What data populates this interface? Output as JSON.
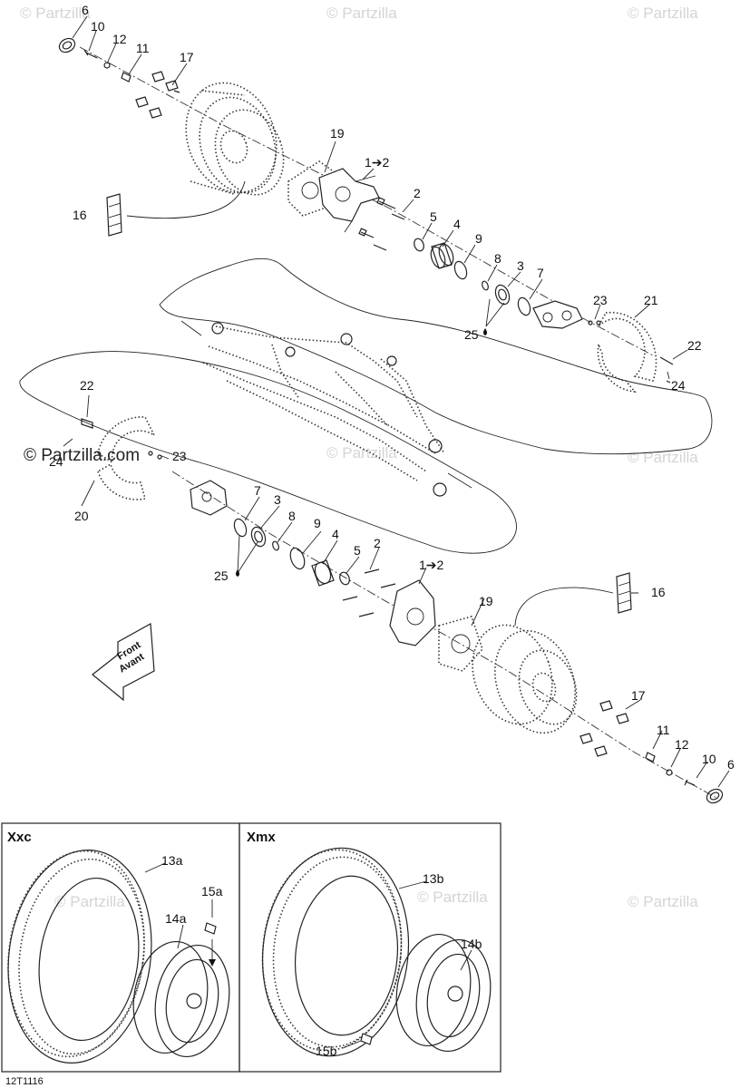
{
  "watermark": "© Partzilla",
  "watermark_dark": "© Partzilla.com",
  "front_arrow": {
    "line1": "Front",
    "line2": "Avant"
  },
  "callouts": {
    "c6a": "6",
    "c10a": "10",
    "c12a": "12",
    "c11a": "11",
    "c17a": "17",
    "c19a": "19",
    "c1a": "1➔2",
    "c2a": "2",
    "c5a": "5",
    "c4a": "4",
    "c9a": "9",
    "c8a": "8",
    "c3a": "3",
    "c7a": "7",
    "c23a": "23",
    "c21": "21",
    "c22a": "22",
    "c24a": "24",
    "c25a": "25",
    "c16a": "16",
    "c22b": "22",
    "c24b": "24",
    "c23b": "23",
    "c20": "20",
    "c7b": "7",
    "c3b": "3",
    "c8b": "8",
    "c9b": "9",
    "c4b": "4",
    "c2b": "2",
    "c5b": "5",
    "c1b": "1➔2",
    "c25b": "25",
    "c19b": "19",
    "c16b": "16",
    "c17b": "17",
    "c11b": "11",
    "c12b": "12",
    "c10b": "10",
    "c6b": "6"
  },
  "panels": {
    "left": {
      "title": "Xxc",
      "labels": {
        "tire": "13a",
        "rim": "14a",
        "valve": "15a"
      }
    },
    "right": {
      "title": "Xmx",
      "labels": {
        "tire": "13b",
        "rim": "14b",
        "valve": "15b"
      }
    }
  },
  "drawing_code": "12T1116"
}
